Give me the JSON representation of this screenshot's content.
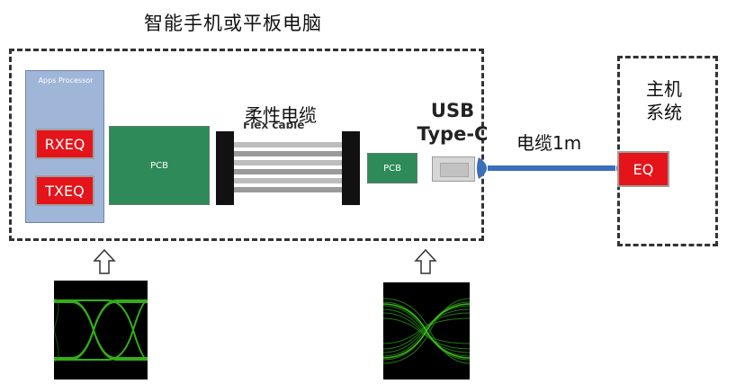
{
  "title": "智能手机或平板电脑",
  "processor": {
    "label": "Apps Processor",
    "rx": "RXEQ",
    "tx": "TXEQ"
  },
  "pcb_main": "PCB",
  "flex_cable": {
    "label": "柔性电缆",
    "partial_text": "Flex cable"
  },
  "pcb_small": "PCB",
  "usb": {
    "line1": "USB",
    "line2": "Type-C"
  },
  "cable": "电缆1m",
  "host": {
    "line1": "主机",
    "line2": "系统",
    "eq": "EQ"
  },
  "colors": {
    "eq_red": "#e5141b",
    "pcb_green": "#2f8a5a",
    "processor_blue": "#9fb6d8",
    "cable_blue": "#3b6fb8",
    "eye_green": "#39c21a"
  }
}
